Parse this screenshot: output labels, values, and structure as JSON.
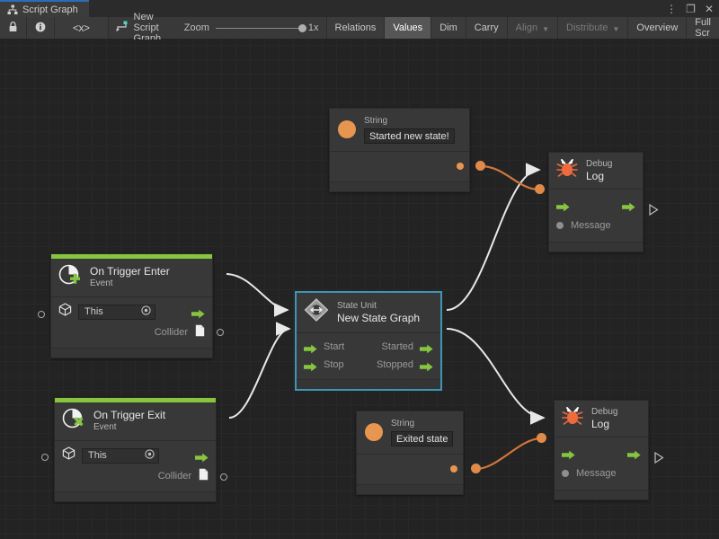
{
  "window": {
    "tab_title": "Script Graph",
    "tab_icon": "graph-icon",
    "controls": [
      {
        "name": "window-menu-button",
        "glyph": "⋮"
      },
      {
        "name": "window-maximize-button",
        "glyph": "❐"
      },
      {
        "name": "window-close-button",
        "glyph": "✕"
      }
    ]
  },
  "toolbar": {
    "lock_icon": "lock-icon",
    "info_icon": "info-icon",
    "code_icon": "code-icon",
    "code_label": "<x>",
    "graph_name": "New Script Graph",
    "graph_icon": "script-graph-icon",
    "zoom_label": "Zoom",
    "zoom_value": "1x",
    "buttons": [
      {
        "label": "Relations",
        "state": "normal"
      },
      {
        "label": "Values",
        "state": "active"
      },
      {
        "label": "Dim",
        "state": "normal"
      },
      {
        "label": "Carry",
        "state": "normal"
      },
      {
        "label": "Align",
        "state": "dim",
        "caret": true
      },
      {
        "label": "Distribute",
        "state": "dim",
        "caret": true
      },
      {
        "label": "Overview",
        "state": "normal"
      },
      {
        "label": "Full Scr",
        "state": "normal"
      }
    ]
  },
  "colors": {
    "accent_green": "#87c540",
    "string_orange": "#e8964f",
    "selection_teal": "#3f95b5",
    "canvas_bg": "#232323",
    "node_bg": "#383838",
    "edge_flow": "#e8e8e8",
    "edge_value": "#d2763b"
  },
  "nodes": {
    "string_top": {
      "title": "String",
      "icon": "string-value-icon",
      "value": "Started new state!",
      "output_port": "value-output-port"
    },
    "string_bottom": {
      "title": "String",
      "icon": "string-value-icon",
      "value": "Exited state",
      "output_port": "value-output-port"
    },
    "debug_log_top": {
      "subtitle": "Debug",
      "title": "Log",
      "icon": "bug-icon",
      "flow_in": "flow-input-port",
      "flow_out": "flow-output-port",
      "message_label": "Message"
    },
    "debug_log_bottom": {
      "subtitle": "Debug",
      "title": "Log",
      "icon": "bug-icon",
      "flow_in": "flow-input-port",
      "flow_out": "flow-output-port",
      "message_label": "Message"
    },
    "on_trigger_enter": {
      "title": "On Trigger Enter",
      "subtitle": "Event",
      "icon": "event-add-icon",
      "target_icon": "gameobject-icon",
      "target_value": "This",
      "target_picker_icon": "object-picker-icon",
      "collider_label": "Collider",
      "collider_icon": "collider-value-icon"
    },
    "on_trigger_exit": {
      "title": "On Trigger Exit",
      "subtitle": "Event",
      "icon": "event-remove-icon",
      "target_icon": "gameobject-icon",
      "target_value": "This",
      "target_picker_icon": "object-picker-icon",
      "collider_label": "Collider",
      "collider_icon": "collider-value-icon"
    },
    "state_unit": {
      "subtitle": "State Unit",
      "title": "New  State  Graph",
      "icon": "state-unit-icon",
      "selected": true,
      "inputs": [
        "Start",
        "Stop"
      ],
      "outputs": [
        "Started",
        "Stopped"
      ]
    }
  }
}
